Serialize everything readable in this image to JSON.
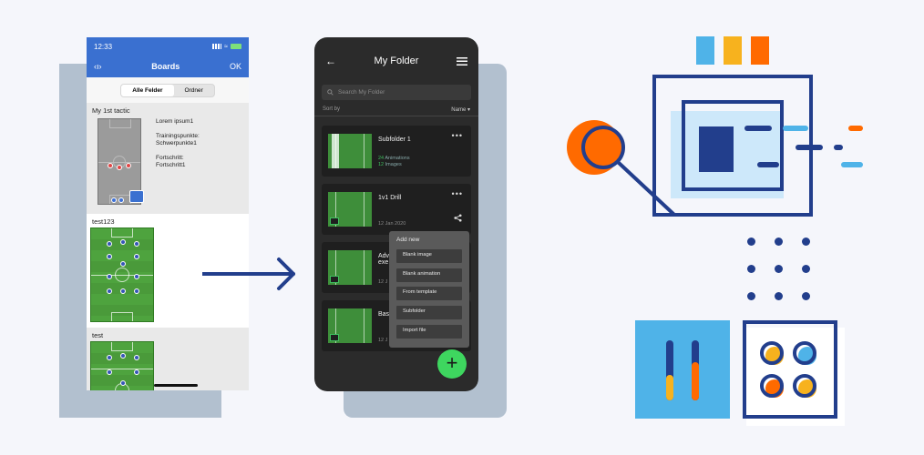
{
  "colors": {
    "navy": "#223e8c",
    "orange": "#ff6a00",
    "sky": "#4fb3e8",
    "amber": "#f7b21e",
    "green_fab": "#3ed65f",
    "ios_blue": "#3a70d0"
  },
  "left_phone": {
    "status_time": "12:33",
    "nav_back": "‹ı›",
    "nav_title": "Boards",
    "nav_ok": "OK",
    "segments": [
      "Alle Felder",
      "Ordner"
    ],
    "sections": [
      {
        "title": "My 1st tactic",
        "info": [
          "Lorem ipsum1",
          "",
          "Trainingspunkte:",
          "Schwerpunkte1",
          "",
          "Fortschritt:",
          "Fortschritt1"
        ]
      },
      {
        "title": "test123"
      },
      {
        "title": "test"
      }
    ]
  },
  "dark_phone": {
    "back_icon": "←",
    "title": "My Folder",
    "search_placeholder": "Search My Folder",
    "sort_label": "Sort by",
    "sort_value": "Name",
    "cards": [
      {
        "title": "Subfolder 1",
        "stat1_num": "24",
        "stat1_label": "Animations",
        "stat2_num": "12",
        "stat2_label": "Images"
      },
      {
        "title": "1v1 Drill",
        "date": "12 Jan 2020"
      },
      {
        "title": "Adv",
        "title2": "exe",
        "date": "12 J"
      },
      {
        "title": "Bas",
        "date": "12 J"
      }
    ],
    "menu": {
      "title": "Add new",
      "items": [
        "Blank image",
        "Blank animation",
        "From template",
        "Subfolder",
        "Import file"
      ]
    },
    "fab_label": "+"
  }
}
